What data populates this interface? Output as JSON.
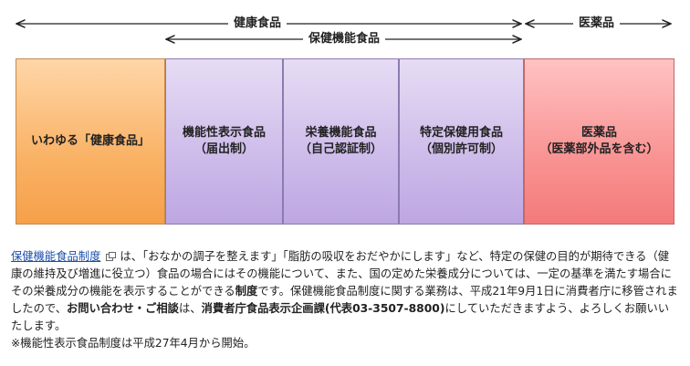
{
  "arrows": {
    "health_food": "健康食品",
    "fohc": "保健機能食品",
    "medicine": "医薬品"
  },
  "boxes": [
    {
      "id": "health",
      "line1": "いわゆる「健康食品」",
      "line2": ""
    },
    {
      "id": "fn",
      "line1": "機能性表示食品",
      "line2": "（届出制）"
    },
    {
      "id": "nut",
      "line1": "栄養機能食品",
      "line2": "（自己認証制）"
    },
    {
      "id": "tok",
      "line1": "特定保健用食品",
      "line2": "（個別許可制）"
    },
    {
      "id": "med",
      "line1": "医薬品",
      "line2": "（医薬部外品を含む）"
    }
  ],
  "description": {
    "link_text": "保健機能食品制度",
    "t1": "は、「おなかの調子を整えます」「脂肪の吸収をおだやかにします」など、特定の保健の目的が期待できる（健康の維持及び増進に役立つ）食品の場合にはその機能について、また、国の定めた栄養成分については、一定の基準を満たす場合にその栄養成分の機能を表示することができる",
    "b1": "制度",
    "t2": "です。保健機能食品制度に関する業務は、平成21年9月1日に消費者庁に移管されましたので、",
    "b2": "お問い合わせ・ご相談",
    "t3": "は、",
    "b3": "消費者庁食品表示企画課(代表03-3507-8800)",
    "t4": "にしていただきますよう、よろしくお願いいたします。",
    "note": "※機能性表示食品制度は平成27年4月から開始。"
  }
}
